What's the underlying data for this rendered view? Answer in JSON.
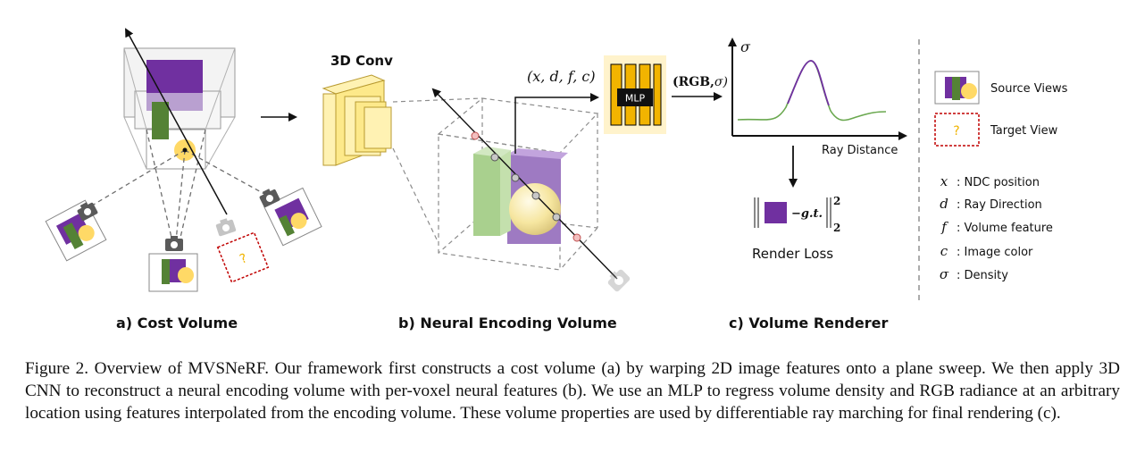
{
  "panels": {
    "a": {
      "label": "a) Cost Volume",
      "target_mark": "?"
    },
    "b": {
      "label": "b) Neural Encoding Volume",
      "conv_title": "3D Conv",
      "input_tuple": "(x, d, f, c)",
      "mlp_label": "MLP"
    },
    "c": {
      "label": "c) Volume Renderer",
      "output_tuple_bold": "(RGB,",
      "output_tuple_sigma": "σ)",
      "y_axis_label": "σ",
      "x_axis_label": "Ray Distance",
      "loss_gt": "−g.t.",
      "loss_sup": "2",
      "loss_sub": "2",
      "loss_caption": "Render Loss"
    }
  },
  "legend": {
    "source_views": "Source Views",
    "target_view": "Target View",
    "target_mark": "?",
    "symbols": [
      {
        "symbol": "x",
        "text": ": NDC position"
      },
      {
        "symbol": "d",
        "text": ": Ray Direction"
      },
      {
        "symbol": "f",
        "text": ": Volume feature"
      },
      {
        "symbol": "c",
        "text": ": Image color"
      },
      {
        "symbol": "σ",
        "text": ": Density"
      }
    ]
  },
  "caption": "Figure 2. Overview of MVSNeRF. Our framework first constructs a cost volume (a) by warping 2D image features onto a plane sweep. We then apply 3D CNN to reconstruct a neural encoding volume with per-voxel neural features (b). We use an MLP to regress volume density and RGB radiance at an arbitrary location using features interpolated from the encoding volume. These volume properties are used by differentiable ray marching for final rendering (c).",
  "colors": {
    "purple": "#7030a0",
    "green": "#548235",
    "yellow": "#ffd966",
    "mlp_orange": "#f2b400",
    "loss_red": "#c00000"
  }
}
